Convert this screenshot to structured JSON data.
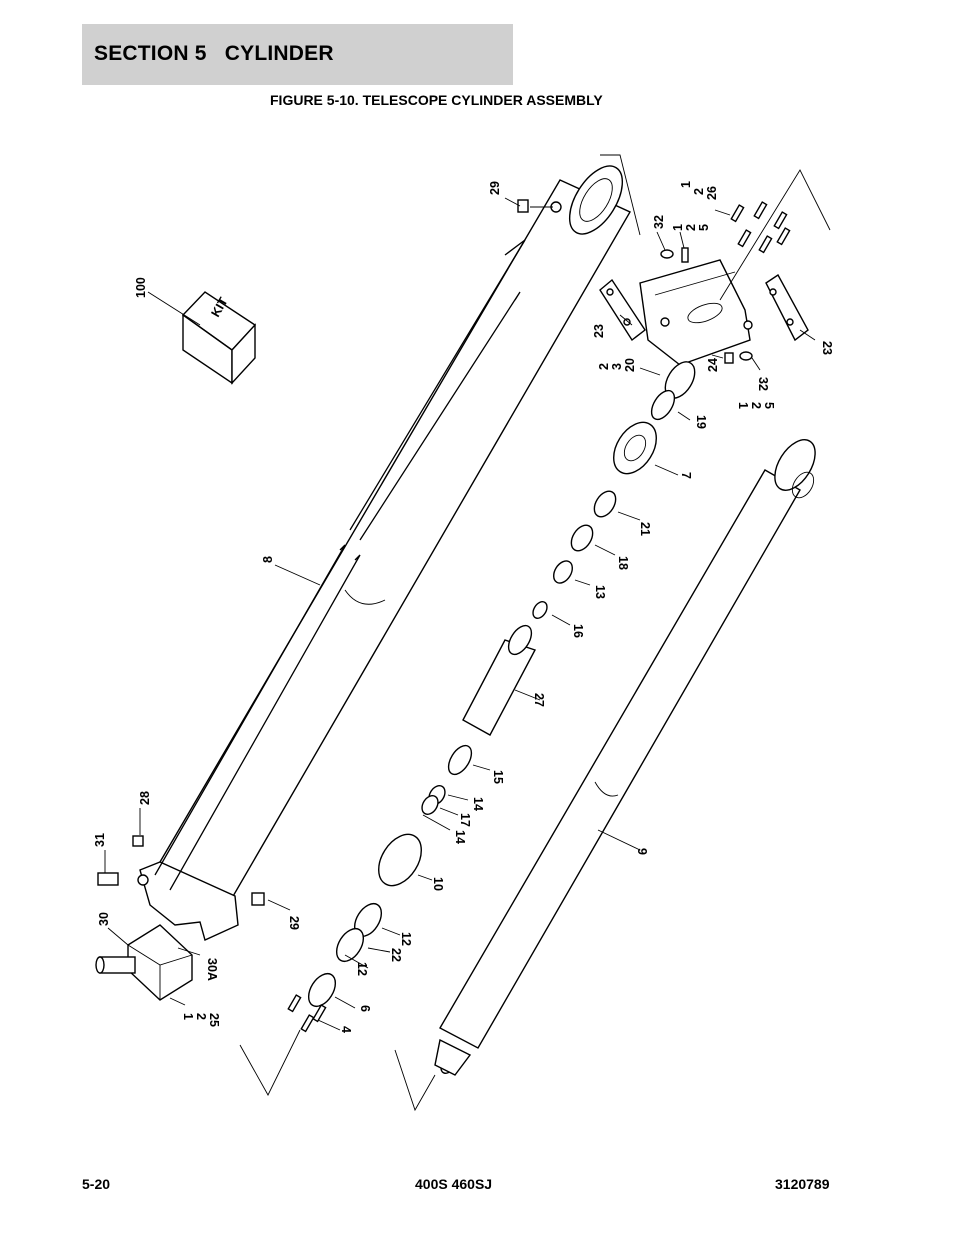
{
  "section": {
    "title": "SECTION 5   CYLINDER"
  },
  "figure": {
    "number": "FIGURE 5-10.",
    "title": "TELESCOPE CYLINDER ASSEMBLY"
  },
  "footer": {
    "page": "5-20",
    "model": "400S 460SJ",
    "doc_number": "3120789"
  },
  "callouts": {
    "c100": "100",
    "c29a": "29",
    "c29b": "29",
    "c8": "8",
    "c28": "28",
    "c31": "31",
    "c30": "30",
    "c30a": "30A",
    "c1_2_25": [
      "1",
      "2",
      "25"
    ],
    "c1_2_26": [
      "1",
      "2",
      "26"
    ],
    "c32a": "32",
    "c1_2_5a": [
      "1",
      "2",
      "5"
    ],
    "c23a": "23",
    "c23b": "23",
    "c2_3_20": [
      "2",
      "3",
      "20"
    ],
    "c24": "24",
    "c32b": "32",
    "c1_2_5b": [
      "1",
      "2",
      "5"
    ],
    "c19": "19",
    "c7": "7",
    "c21": "21",
    "c18": "18",
    "c13": "13",
    "c16": "16",
    "c27": "27",
    "c15": "15",
    "c14a": "14",
    "c17": "17",
    "c14b": "14",
    "c10": "10",
    "c12a": "12",
    "c22": "22",
    "c12b": "12",
    "c6": "6",
    "c4": "4",
    "c9": "9"
  },
  "kit_label": "KIT"
}
